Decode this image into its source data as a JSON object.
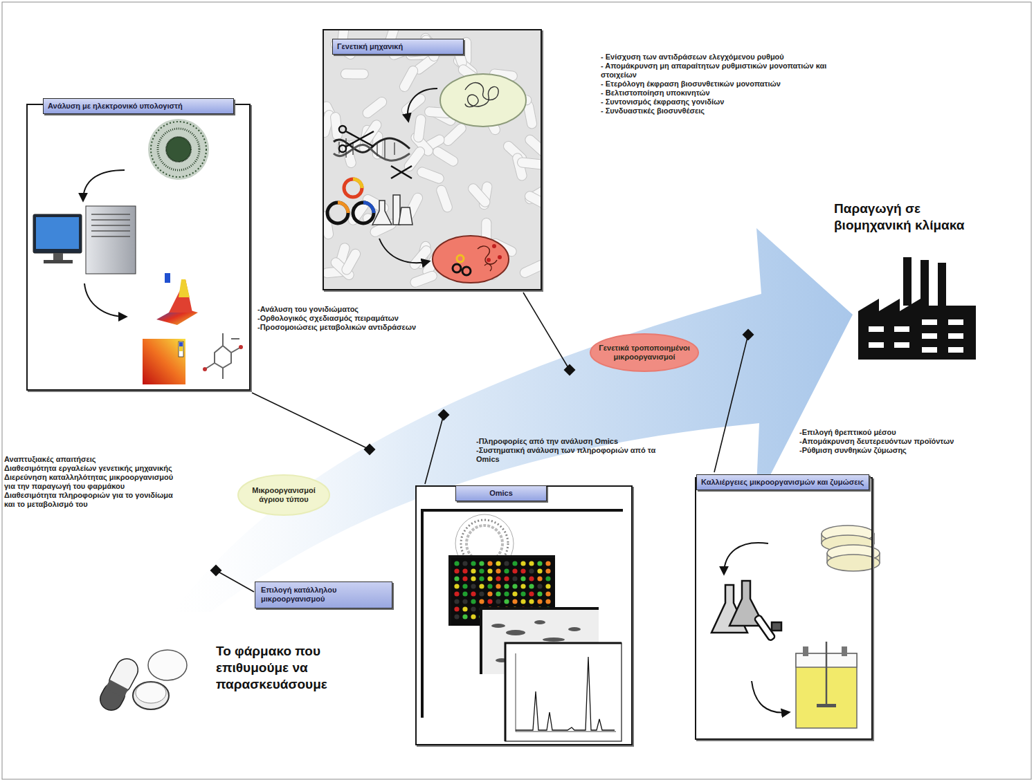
{
  "diagram": {
    "nodes": [
      {
        "text": [
          "Γενετική μηχανική"
        ]
      },
      {
        "text": [
          "Ανάλυση με ηλεκτρονικό υπολογιστή"
        ]
      },
      {
        "text": [
          "Γενετικά τροποποιημένοι μικροοργανισμοί"
        ]
      },
      {
        "text": [
          "Καλλιέργειες μικροοργανισμών και ζυμώσεις"
        ]
      },
      {
        "text": [
          "Μικροοργανισμοί άγριου τύπου"
        ]
      },
      {
        "text": [
          "Omics"
        ]
      },
      {
        "text": [
          "Επιλογή κατάλληλου μικροοργανισμού"
        ]
      }
    ],
    "labels": [
      "- Ενίσχυση των αντιδράσεων ελεγχόμενου ρυθμού",
      "- Απομάκρυνση μη απαραίτητων ρυθμιστικών μονοπατιών και στοιχείων",
      "- Ετερόλογη έκφραση βιοσυνθετικών μονοπατιών",
      "- Βελτιστοποίηση υποκινητών",
      "- Συντονισμός έκφρασης γονιδίων",
      "- Συνδυαστικές βιοσυνθέσεις",
      "Παραγωγή σε βιομηχανική κλίμακα",
      "-Ανάλυση του γονιδιώματος",
      "-Ορθολογικός σχεδιασμός πειραμάτων",
      "-Προσομοιώσεις μεταβολικών αντιδράσεων",
      "-Επιλογή θρεπτικού μέσου",
      "-Απομάκρυνση δευτερευόντων προϊόντων",
      "-Ρύθμιση συνθηκών ζύμωσης",
      "-Πληροφορίες από την ανάλυση Omics",
      "-Συστηματική ανάλυση των πληροφοριών από τα Omics",
      "Αναπτυξιακές απαιτήσεις",
      "Διαθεσιμότητα εργαλείων γενετικής μηχανικής",
      "Διερεύνηση καταλληλότητας μικροοργανισμού για την παραγωγή του φαρμάκου",
      "Διαθεσιμότητα πληροφοριών για το γονιδίωμα και το μεταβολισμό του",
      "Το φάρμακο που επιθυμούμε να παρασκευάσουμε"
    ]
  }
}
